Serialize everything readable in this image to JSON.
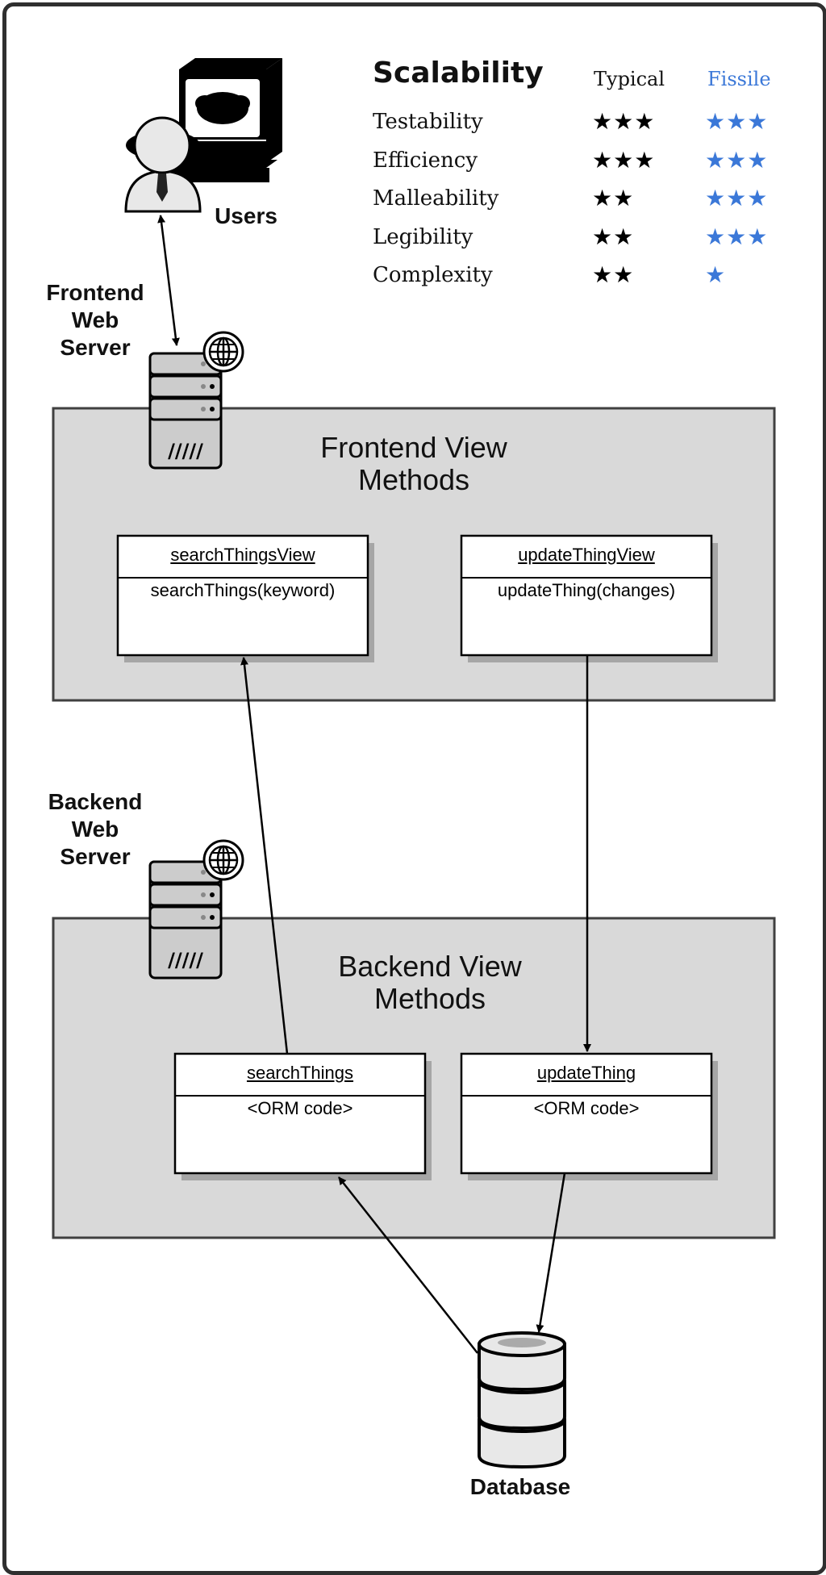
{
  "users_label": "Users",
  "frontend_server_label": [
    "Frontend",
    "Web",
    "Server"
  ],
  "backend_server_label": [
    "Backend",
    "Web",
    "Server"
  ],
  "database_label": "Database",
  "frontend_region": {
    "title": [
      "Frontend View",
      "Methods"
    ]
  },
  "backend_region": {
    "title": [
      "Backend View",
      "Methods"
    ]
  },
  "classes": {
    "searchThingsView": {
      "name": "searchThingsView",
      "method": "searchThings(keyword)"
    },
    "updateThingView": {
      "name": "updateThingView",
      "method": "updateThing(changes)"
    },
    "searchThings": {
      "name": "searchThings",
      "method": "<ORM code>"
    },
    "updateThing": {
      "name": "updateThing",
      "method": "<ORM code>"
    }
  },
  "scalability": {
    "title": "Scalability",
    "col_typical": "Typical",
    "col_fissile": "Fissile",
    "rows": [
      {
        "label": "Testability",
        "typical": 3,
        "fissile": 3
      },
      {
        "label": "Efficiency",
        "typical": 3,
        "fissile": 3
      },
      {
        "label": "Malleability",
        "typical": 2,
        "fissile": 3
      },
      {
        "label": "Legibility",
        "typical": 2,
        "fissile": 3
      },
      {
        "label": "Complexity",
        "typical": 2,
        "fissile": 1
      }
    ]
  },
  "colors": {
    "fissile": "#3b78d8",
    "region_fill": "#d9d9d9",
    "region_border": "#404040"
  },
  "icons": [
    "user-at-computer-icon",
    "web-server-icon",
    "globe-icon",
    "database-icon"
  ]
}
